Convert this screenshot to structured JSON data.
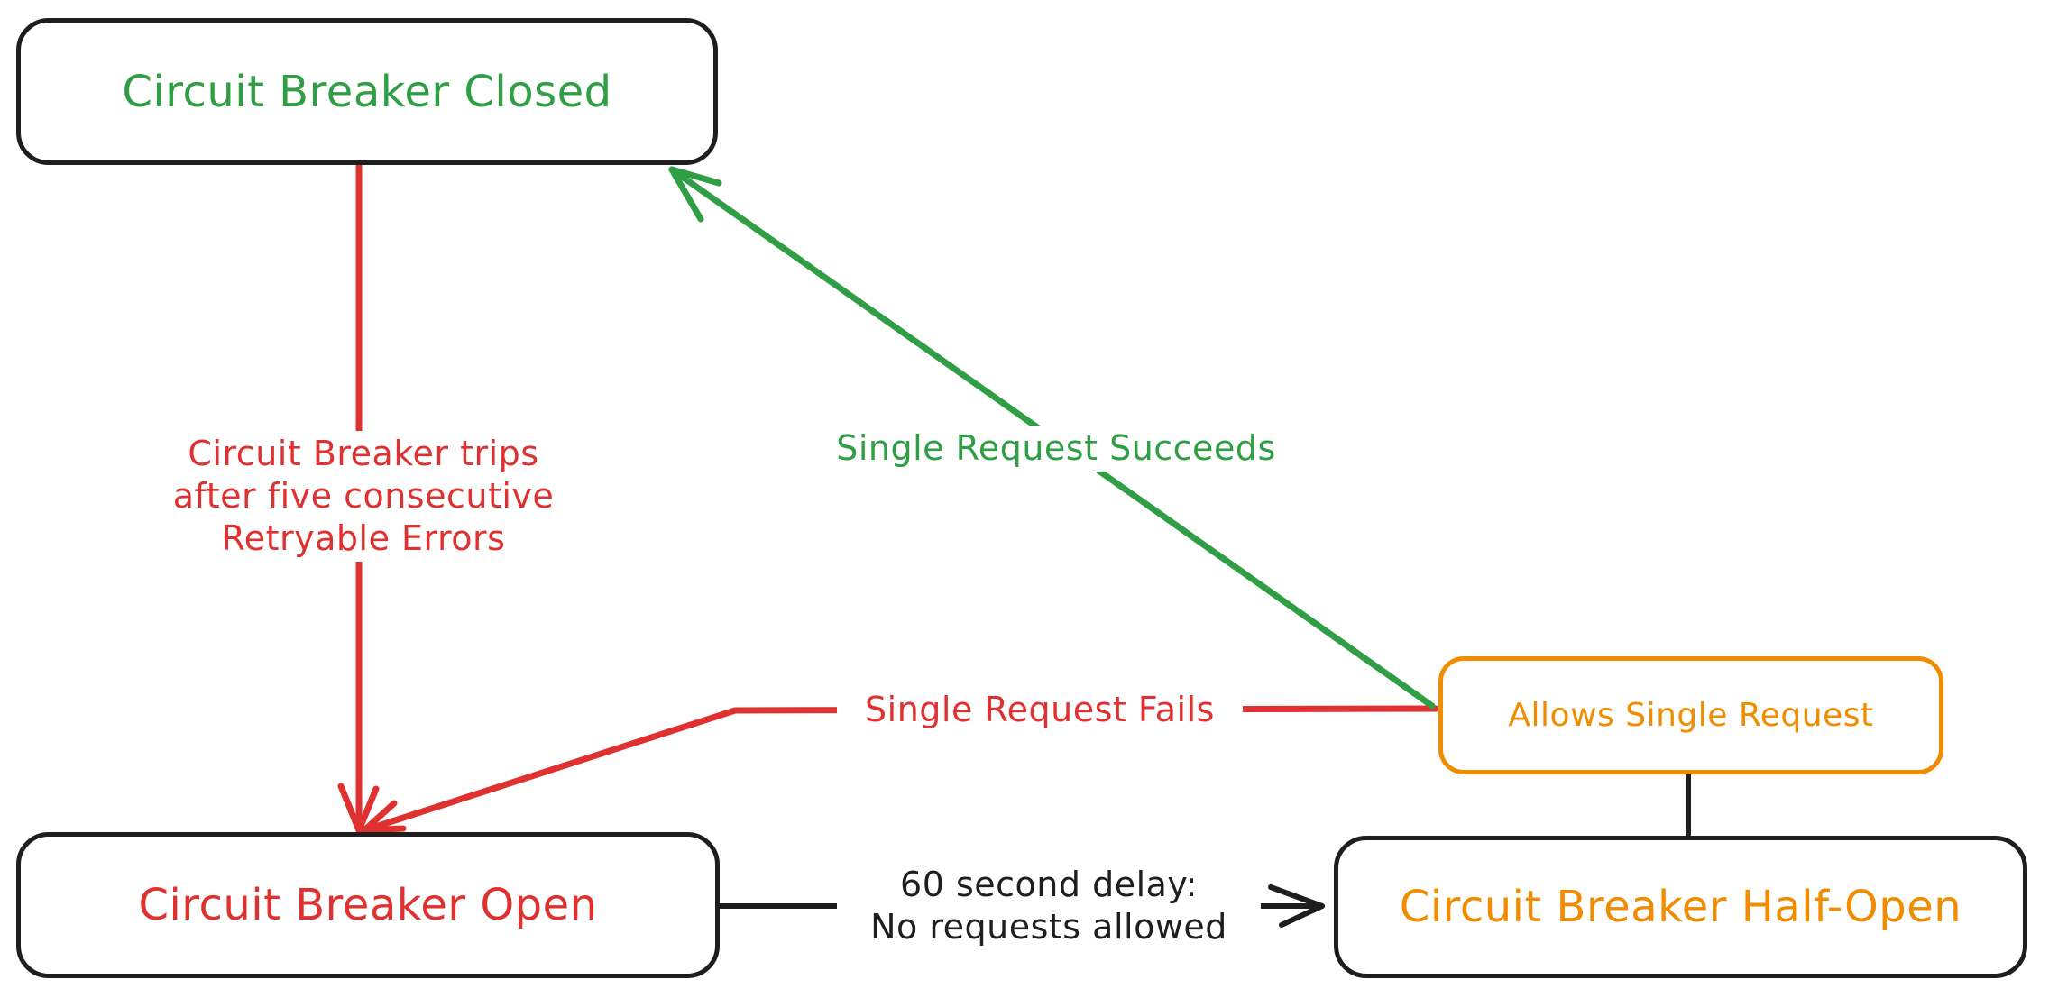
{
  "diagram_kind": "hand-drawn state diagram",
  "colors": {
    "background": "#ffffff",
    "node_border": "#1e1e1e",
    "green": "#2f9e44",
    "red": "#e03131",
    "orange": "#f08c00",
    "black_arrow": "#1e1e1e"
  },
  "nodes": {
    "closed": {
      "label": "Circuit Breaker Closed",
      "text_color": "#2f9e44",
      "border_color": "#1e1e1e"
    },
    "open": {
      "label": "Circuit Breaker Open",
      "text_color": "#e03131",
      "border_color": "#1e1e1e"
    },
    "half_open": {
      "label": "Circuit Breaker Half-Open",
      "text_color": "#f08c00",
      "border_color": "#1e1e1e"
    },
    "allows": {
      "label": "Allows Single Request",
      "text_color": "#f08c00",
      "border_color": "#f08c00"
    }
  },
  "edges": {
    "trips": {
      "from": "closed",
      "to": "open",
      "color": "#e03131",
      "label_lines": [
        "Circuit Breaker trips",
        "after five consecutive",
        "Retryable Errors"
      ]
    },
    "succeeds": {
      "from": "allows",
      "to": "closed",
      "color": "#2f9e44",
      "label": "Single Request Succeeds"
    },
    "fails": {
      "from": "allows",
      "to": "open",
      "color": "#e03131",
      "label": "Single Request Fails"
    },
    "delay": {
      "from": "open",
      "to": "half_open",
      "color": "#1e1e1e",
      "label_lines": [
        "60 second delay:",
        "No requests allowed"
      ]
    },
    "allows_connector": {
      "from": "allows",
      "to": "half_open",
      "color": "#1e1e1e",
      "label": ""
    }
  }
}
